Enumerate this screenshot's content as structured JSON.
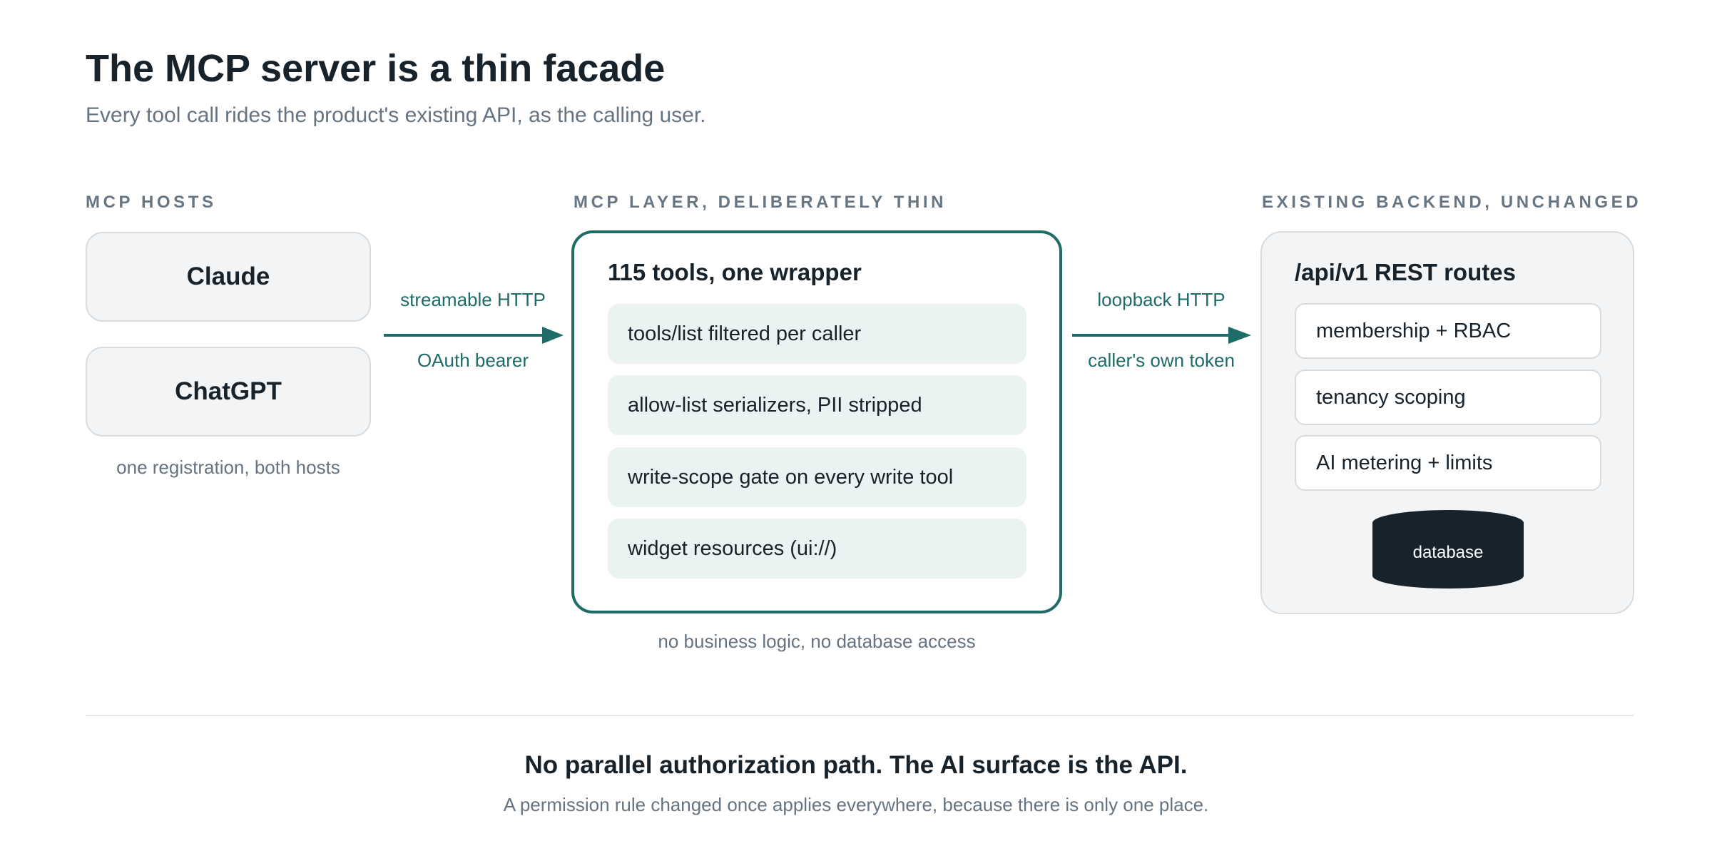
{
  "header": {
    "title": "The MCP server is a thin facade",
    "subtitle": "Every tool call rides the product's existing API, as the calling user."
  },
  "hosts": {
    "label": "MCP HOSTS",
    "items": [
      "Claude",
      "ChatGPT"
    ],
    "note": "one registration, both hosts"
  },
  "edge_hosts_to_mcp": {
    "top_label": "streamable HTTP",
    "bottom_label": "OAuth bearer"
  },
  "mcp_layer": {
    "label": "MCP LAYER, DELIBERATELY THIN",
    "heading": "115 tools, one wrapper",
    "items": [
      "tools/list filtered per caller",
      "allow-list serializers, PII stripped",
      "write-scope gate on every write tool",
      "widget resources (ui://)"
    ],
    "note": "no business logic, no database access"
  },
  "edge_mcp_to_backend": {
    "top_label": "loopback HTTP",
    "bottom_label": "caller's own token"
  },
  "backend": {
    "label": "EXISTING BACKEND, UNCHANGED",
    "heading": "/api/v1 REST routes",
    "items": [
      "membership + RBAC",
      "tenancy scoping",
      "AI metering + limits"
    ],
    "database_label": "database"
  },
  "footer": {
    "title": "No parallel authorization path. The AI surface is the API.",
    "subtitle": "A permission rule changed once applies everywhere, because there is only one place."
  },
  "colors": {
    "accent": "#1f6b68",
    "text": "#17222b",
    "muted": "#667380",
    "tool_fill": "#eaf3f1",
    "panel_fill": "#f3f4f5",
    "database_fill": "#17222b"
  }
}
